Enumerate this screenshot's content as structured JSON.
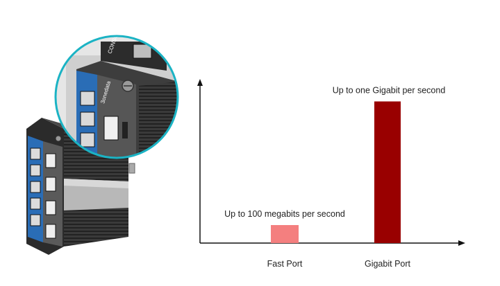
{
  "device": {
    "brand_text": "3onedata",
    "top_port_text": "CONSOLE"
  },
  "colors": {
    "fast_bar": "#f47f7f",
    "gigabit_bar": "#990000",
    "axis": "#111111",
    "teal_ring": "#1bb3c4",
    "device_body": "#3a3a3a",
    "panel_blue": "#2a6db6"
  },
  "chart_data": {
    "type": "bar",
    "categories": [
      "Fast Port",
      "Gigabit Port"
    ],
    "values": [
      100,
      1000
    ],
    "unit": "Mbps",
    "annotations": [
      "Up to 100 megabits per second",
      "Up to one Gigabit per second"
    ],
    "title": "",
    "xlabel": "",
    "ylabel": "",
    "ylim": [
      0,
      1200
    ],
    "grid": false,
    "legend": "none"
  }
}
